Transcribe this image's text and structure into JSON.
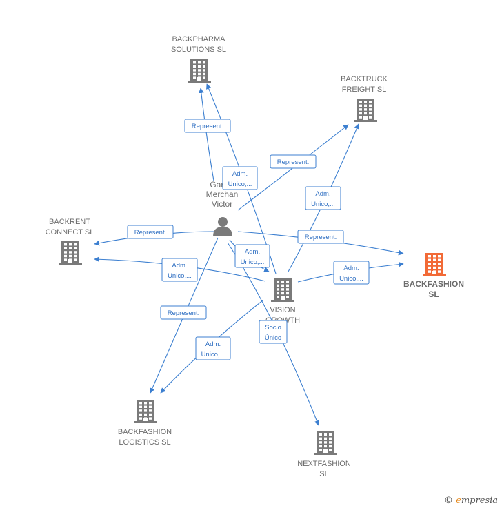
{
  "colors": {
    "edge": "#3c7fd0",
    "building": "#7a7a7a",
    "focus_building": "#f26a36",
    "person": "#7a7a7a"
  },
  "nodes": [
    {
      "id": "backpharma",
      "type": "company",
      "lines": [
        "BACKPHARMA",
        "SOLUTIONS  SL"
      ],
      "focus": false
    },
    {
      "id": "backtruck",
      "type": "company",
      "lines": [
        "BACKTRUCK",
        "FREIGHT  SL"
      ],
      "focus": false
    },
    {
      "id": "backrent",
      "type": "company",
      "lines": [
        "BACKRENT",
        "CONNECT  SL"
      ],
      "focus": false
    },
    {
      "id": "backfashion",
      "type": "company",
      "lines": [
        "BACKFASHION",
        "SL"
      ],
      "focus": true
    },
    {
      "id": "vision",
      "type": "company",
      "lines": [
        "VISION",
        "GROWTH",
        "SL"
      ],
      "focus": false
    },
    {
      "id": "logistics",
      "type": "company",
      "lines": [
        "BACKFASHION",
        "LOGISTICS  SL"
      ],
      "focus": false
    },
    {
      "id": "nextfashion",
      "type": "company",
      "lines": [
        "NEXTFASHION",
        "SL"
      ],
      "focus": false
    },
    {
      "id": "person",
      "type": "person",
      "lines": [
        "Garcia",
        "Merchan",
        "Victor"
      ],
      "focus": false
    }
  ],
  "edges": [
    {
      "from": "person",
      "to": "backpharma",
      "label": [
        "Represent."
      ]
    },
    {
      "from": "vision",
      "to": "backpharma",
      "label": [
        "Adm.",
        "Unico,..."
      ]
    },
    {
      "from": "person",
      "to": "backtruck",
      "label": [
        "Represent."
      ]
    },
    {
      "from": "vision",
      "to": "backtruck",
      "label": [
        "Adm.",
        "Unico,..."
      ]
    },
    {
      "from": "person",
      "to": "backrent",
      "label": [
        "Represent."
      ]
    },
    {
      "from": "vision",
      "to": "backrent",
      "label": [
        "Adm.",
        "Unico,..."
      ]
    },
    {
      "from": "person",
      "to": "backfashion",
      "label": [
        "Represent."
      ]
    },
    {
      "from": "vision",
      "to": "backfashion",
      "label": [
        "Adm.",
        "Unico,..."
      ]
    },
    {
      "from": "person",
      "to": "vision",
      "label": [
        "Adm.",
        "Unico,..."
      ]
    },
    {
      "from": "person",
      "to": "logistics",
      "label": [
        "Represent."
      ]
    },
    {
      "from": "vision",
      "to": "logistics",
      "label": [
        "Adm.",
        "Unico,..."
      ]
    },
    {
      "from": "person",
      "to": "nextfashion",
      "label": [
        "Socio",
        "Único"
      ]
    }
  ],
  "footer": {
    "copyright": "©",
    "brand_initial": "e",
    "brand_rest": "mpresia"
  }
}
